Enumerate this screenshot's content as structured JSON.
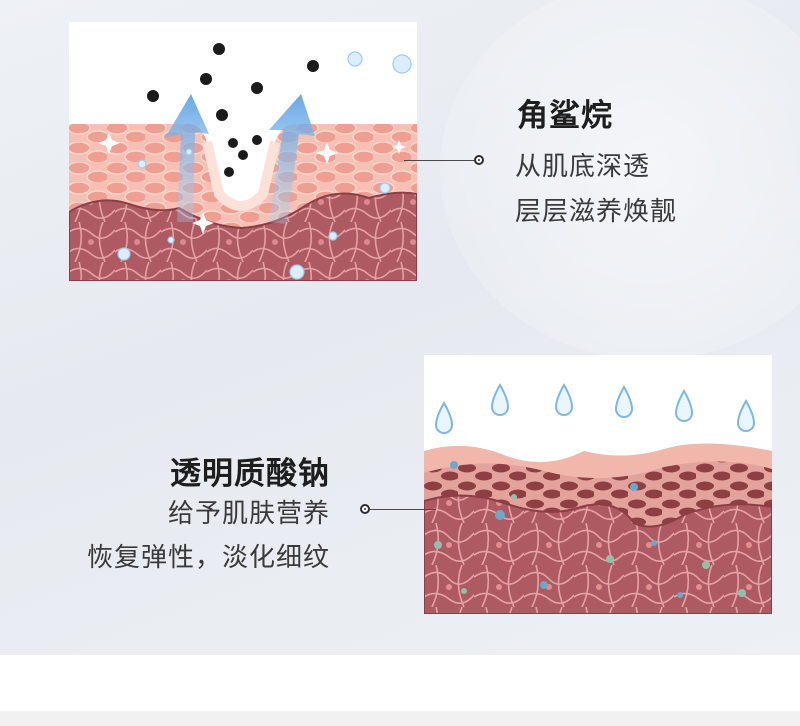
{
  "sections": [
    {
      "title": "角鲨烷",
      "lines": [
        "从肌底深透",
        "层层滋养焕靓"
      ]
    },
    {
      "title": "透明质酸钠",
      "lines": [
        "给予肌肤营养",
        "恢复弹性，淡化细纹"
      ]
    }
  ],
  "colors": {
    "epidermis": "#f2b0a3",
    "dermis": "#b6636b",
    "fiber": "#e9a2a0",
    "arrow": "#7fb6e6",
    "droplet": "#8ec6ef",
    "particle": "#1b1b1b"
  },
  "icons": [
    "black-particle-icon",
    "upward-arrow-icon",
    "water-droplet-icon",
    "sparkle-icon"
  ]
}
